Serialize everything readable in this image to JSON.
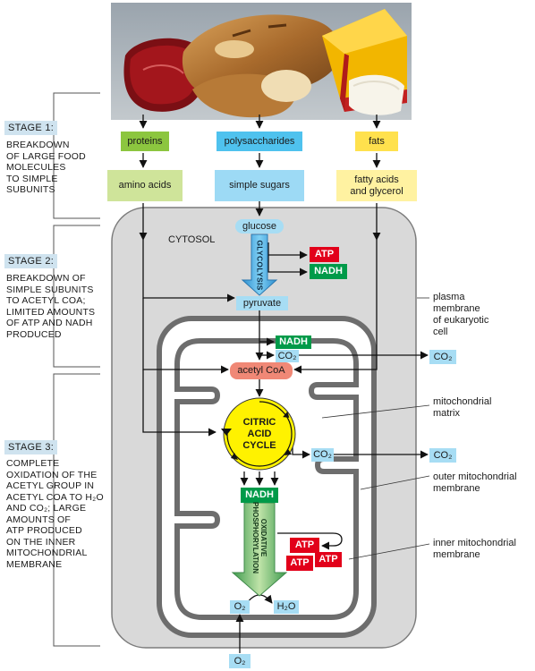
{
  "stages": [
    {
      "title": "STAGE 1:",
      "lines": [
        "BREAKDOWN",
        "OF LARGE FOOD",
        "MOLECULES",
        "TO SIMPLE",
        "SUBUNITS"
      ]
    },
    {
      "title": "STAGE 2:",
      "lines": [
        "BREAKDOWN OF",
        "SIMPLE SUBUNITS",
        "TO ACETYL CoA;",
        "LIMITED AMOUNTS",
        "OF ATP AND NADH",
        "PRODUCED"
      ]
    },
    {
      "title": "STAGE 3:",
      "lines": [
        "COMPLETE",
        "OXIDATION OF THE",
        "ACETYL GROUP IN",
        "ACETYL CoA TO H₂O",
        "AND CO₂; LARGE",
        "AMOUNTS OF",
        "ATP PRODUCED",
        "ON THE INNER",
        "MITOCHONDRIAL",
        "MEMBRANE"
      ]
    }
  ],
  "foods": {
    "proteins": "proteins",
    "polysaccharides": "polysaccharides",
    "fats": "fats",
    "amino_acids": "amino acids",
    "simple_sugars": "simple sugars",
    "fatty_acids": [
      "fatty acids",
      "and glycerol"
    ]
  },
  "cell": {
    "cytosol": "CYTOSOL",
    "glucose": "glucose",
    "glycolysis": "GLYCOLYSIS",
    "atp": "ATP",
    "nadh": "NADH",
    "pyruvate": "pyruvate",
    "co2": "CO₂",
    "acetyl_coa": "acetyl CoA",
    "cycle": [
      "CITRIC",
      "ACID",
      "CYCLE"
    ],
    "oxphos": [
      "OXIDATIVE",
      "PHOSPHORYLATION"
    ],
    "o2": "O₂",
    "h2o": "H₂O"
  },
  "right_labels": {
    "plasma_membrane": [
      "plasma",
      "membrane",
      "of eukaryotic",
      "cell"
    ],
    "matrix": [
      "mitochondrial",
      "matrix"
    ],
    "outer_membrane": [
      "outer mitochondrial",
      "membrane"
    ],
    "inner_membrane": [
      "inner mitochondrial",
      "membrane"
    ]
  },
  "colors": {
    "protein_green": "#8cc63f",
    "sugar_blue": "#4fc2ee",
    "fat_yellow": "#ffe14d",
    "atp_red": "#e2001a",
    "nadh_green": "#009a49",
    "acetyl_salmon": "#f08876",
    "cycle_yellow": "#fff200",
    "cell_gray": "#d9d9d9",
    "mito_gray": "#6d6d6d"
  }
}
